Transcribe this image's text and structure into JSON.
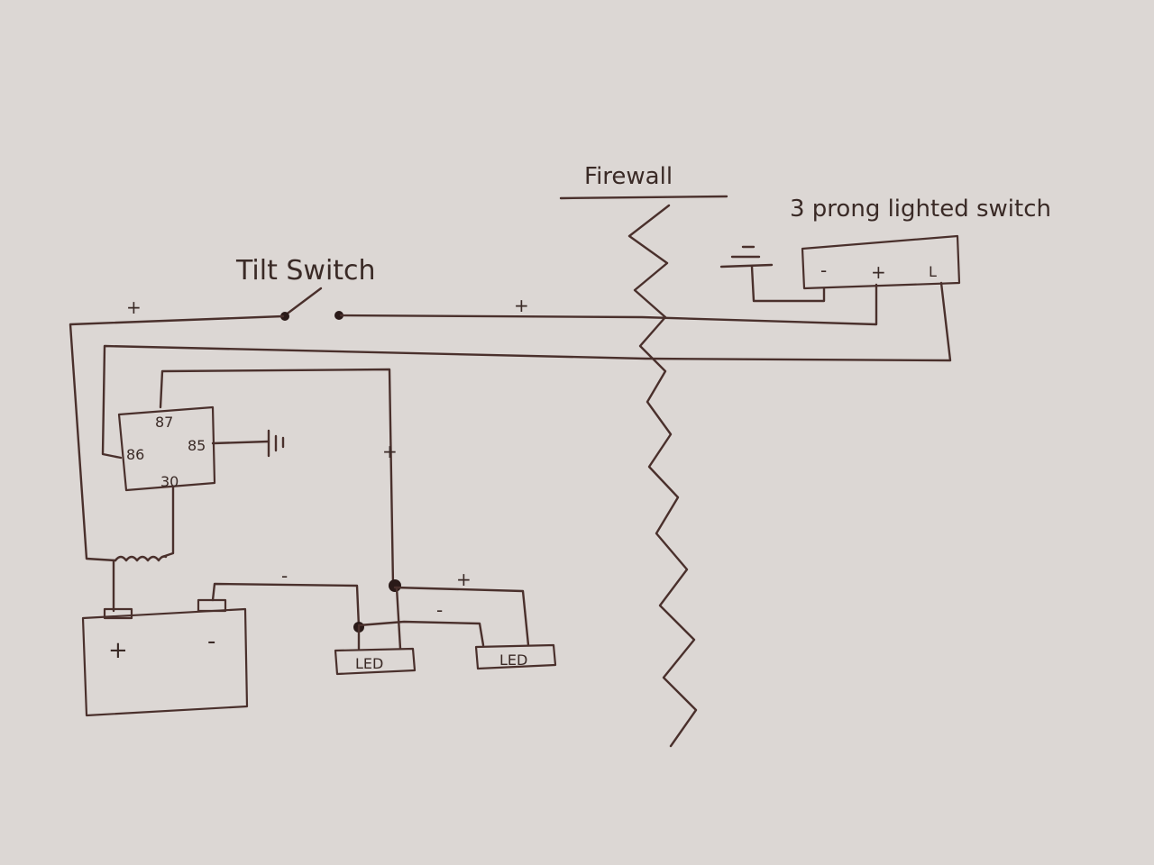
{
  "labels": {
    "firewall": "Firewall",
    "lighted_switch": "3 prong lighted switch",
    "tilt_switch": "Tilt Switch",
    "switch_minus": "-",
    "switch_plus": "+",
    "switch_l": "L",
    "wire_plus_left": "+",
    "wire_plus_right": "+",
    "relay_87": "87",
    "relay_86": "86",
    "relay_85": "85",
    "relay_30": "30",
    "wire_plus_vertical": "+",
    "wire_minus_led": "-",
    "wire_plus_led": "+",
    "wire_minus_led2": "-",
    "battery_plus": "+",
    "battery_minus": "-",
    "led1": "LED",
    "led2": "LED"
  },
  "colors": {
    "paper": "#dcd7d4",
    "ink": "#4a302c"
  }
}
